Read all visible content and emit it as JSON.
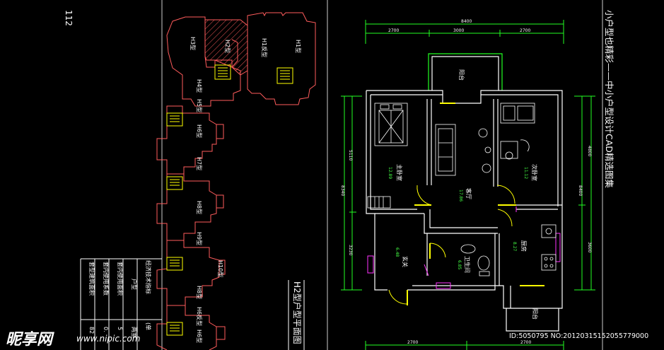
{
  "page_number": "112",
  "sidebar_title": "小户型也精彩——中小户型设计CAD精选图集",
  "plan_title": "H2型户型平面图",
  "site_units": [
    "H3型",
    "H2型",
    "H1反型",
    "H1型",
    "H4型",
    "H5型",
    "H6型",
    "H7型",
    "H8型",
    "H9型",
    "H10型",
    "H8型",
    "H6反型",
    "H6型"
  ],
  "econ_table": {
    "title": "经济技术指标",
    "rows": [
      "户型",
      "套内使用面积",
      "套内使用系数",
      "套型建筑面积"
    ],
    "values": [
      "两室",
      "5",
      "0.",
      "82"
    ],
    "note": "(单"
  },
  "top_dims": {
    "total": "8400",
    "segments": [
      "2700",
      "3000",
      "2700"
    ]
  },
  "left_dims": {
    "total": "8340",
    "segments": [
      "5110",
      "3230"
    ]
  },
  "right_dims": {
    "total": "8400",
    "segments": [
      "4800",
      "3600"
    ]
  },
  "bottom_dims": [
    "2700",
    "2700"
  ],
  "rooms": [
    {
      "name": "阳台",
      "area": ""
    },
    {
      "name": "主卧室",
      "area": "12.89"
    },
    {
      "name": "客厅",
      "area": "17.86"
    },
    {
      "name": "次卧室",
      "area": "11.12"
    },
    {
      "name": "玄关",
      "area": "6.48"
    },
    {
      "name": "卫生间",
      "area": "6.85"
    },
    {
      "name": "厨房",
      "area": "8.27"
    },
    {
      "name": "阳台",
      "area": ""
    }
  ],
  "watermark": {
    "logo": "昵享网",
    "url": "www.nipic.com",
    "id_text": "ID:5050795 NO:20120315152055779000"
  },
  "colors": {
    "background": "#000000",
    "wall": "#ffffff",
    "site_outline": "#ff5c5c",
    "dim_line": "#22ff22",
    "door": "#ffff00",
    "stair": "#ffff00",
    "fixture": "#ff33ff"
  }
}
